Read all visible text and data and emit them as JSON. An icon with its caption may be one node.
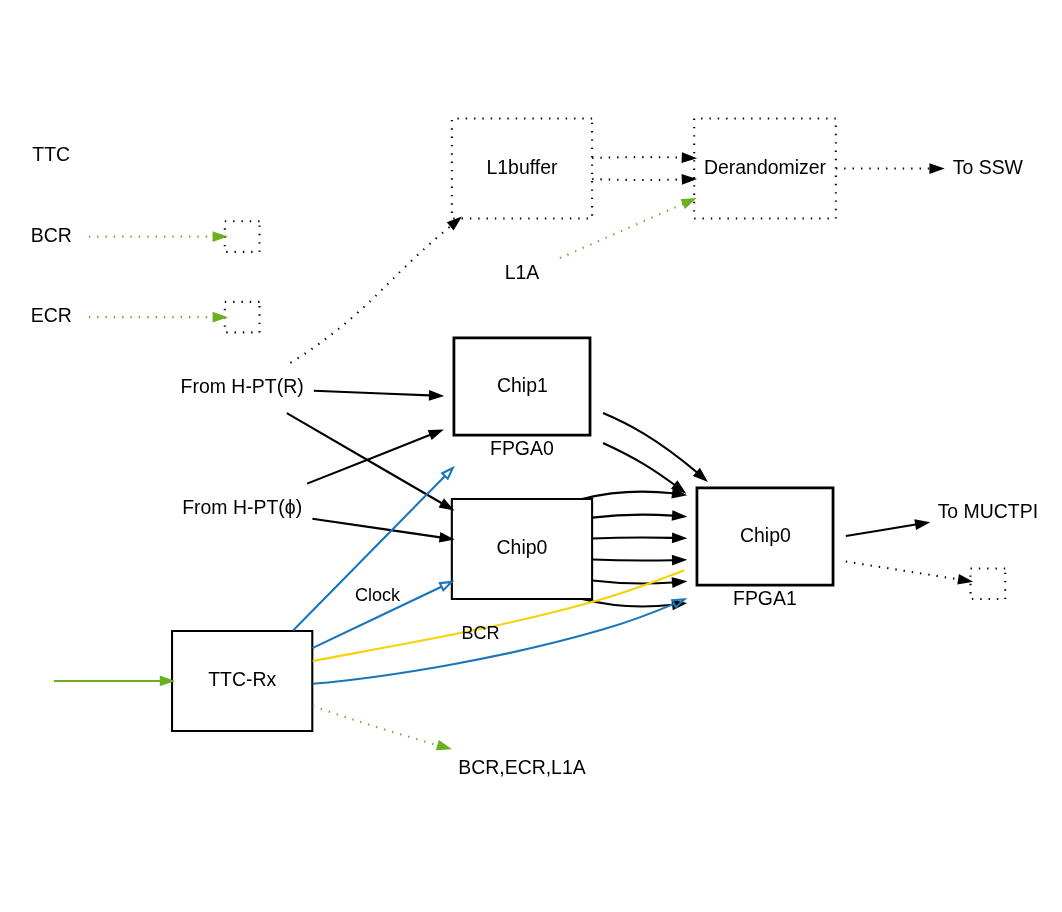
{
  "diagram": {
    "nodes": [
      {
        "text": [
          "L1A"
        ]
      },
      {
        "text": [
          "ECR"
        ]
      },
      {
        "text": [],
        "shape": "box"
      },
      {
        "text": [
          "BCR"
        ]
      },
      {
        "text": [],
        "shape": "box"
      },
      {
        "text": [
          "L1buffer"
        ]
      },
      {
        "text": [],
        "shape": "box"
      },
      {
        "text": [
          "Derandomizer"
        ]
      },
      {
        "text": [
          "To SSW"
        ]
      },
      {
        "text": [
          "Chip0"
        ]
      },
      {
        "text": [
          "Chip0"
        ],
        "beside": [
          "FPGA1"
        ]
      },
      {
        "text": [
          "To MUCTPI"
        ]
      },
      {
        "text": [
          "From H-PT(R)"
        ]
      },
      {
        "text": [
          "Chip1"
        ],
        "beside": [
          "FPGA0"
        ]
      },
      {
        "text": [
          "From H-PT(ϕ)"
        ]
      },
      {
        "text": [
          "TTC-Rx"
        ]
      },
      {
        "text": [
          "BCR,ECR,L1A"
        ]
      }
    ],
    "edges": [
      {
        "from": 0,
        "to": 7,
        "arrow": "to",
        "style": "dashed",
        "color": "#6ab023"
      },
      {
        "from": 1,
        "to": 2,
        "arrow": "to",
        "style": "dashed",
        "color": "#6ab023"
      },
      {
        "from": 3,
        "to": 4,
        "arrow": "to",
        "style": "dashed",
        "color": "#6ab023"
      },
      {
        "from": 12,
        "to": 5,
        "arrow": "to",
        "style": "dashed"
      },
      {
        "from": 10,
        "to": 6,
        "arrow": "to",
        "style": "dashed"
      },
      {
        "from": 5,
        "to": 7,
        "arrow": "to",
        "style": "dashed"
      },
      {
        "from": 5,
        "to": 7,
        "arrow": "to",
        "style": "dashed"
      },
      {
        "from": 7,
        "to": 8,
        "arrow": "to",
        "style": "dashed"
      },
      {
        "from": 12,
        "to": 9,
        "arrow": "to"
      },
      {
        "from": 12,
        "to": 13,
        "arrow": "to"
      },
      {
        "from": 14,
        "to": 9,
        "arrow": "to"
      },
      {
        "from": 14,
        "to": 13,
        "arrow": "to"
      },
      {
        "from": 9,
        "to": 10,
        "arrow": "to"
      },
      {
        "from": 9,
        "to": 10,
        "arrow": "to"
      },
      {
        "from": 9,
        "to": 10,
        "arrow": "to"
      },
      {
        "from": 9,
        "to": 10,
        "arrow": "to"
      },
      {
        "from": 9,
        "to": 10,
        "arrow": "to"
      },
      {
        "from": 9,
        "to": 10,
        "arrow": "to"
      },
      {
        "from": 13,
        "to": 10,
        "arrow": "to"
      },
      {
        "from": 13,
        "to": 10,
        "arrow": "to"
      },
      {
        "from": 10,
        "to": 11,
        "arrow": "to"
      },
      {
        "from": 15,
        "to": 9,
        "arrow": "to",
        "label": "Clock",
        "color": "#1a75bb"
      },
      {
        "from": 15,
        "to": 13,
        "arrow": "to",
        "color": "#1a75bb"
      },
      {
        "from": 15,
        "to": 10,
        "arrow": "to",
        "color": "#1a75bb"
      },
      {
        "from": 15,
        "to": 10,
        "arrow": "none",
        "label": "BCR",
        "color": "#f5d20a"
      },
      {
        "from": 15,
        "to": 16,
        "arrow": "to",
        "style": "dashed",
        "color": "#6ab023"
      },
      {
        "from": null,
        "to": 15,
        "arrow": "to",
        "color": "#6ab023"
      }
    ],
    "labels": [
      "TTC"
    ]
  }
}
